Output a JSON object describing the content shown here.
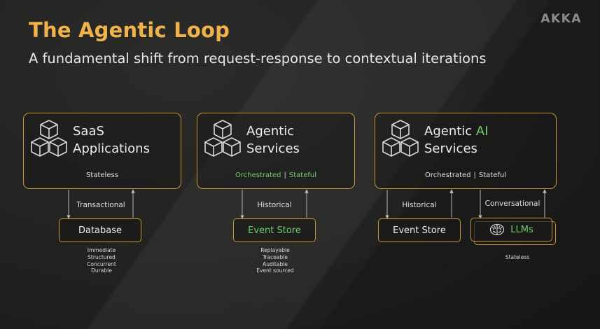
{
  "header": {
    "title": "The Agentic Loop",
    "subtitle": "A fundamental shift from request-response to contextual iterations",
    "brand": "AKKA"
  },
  "colors": {
    "accent_orange": "#f2b24a",
    "border_gold": "#c8953e",
    "accent_green": "#6fcf6a"
  },
  "columns": [
    {
      "card": {
        "icon": "cubes-icon",
        "title_line1": "SaaS",
        "title_line2": "Applications",
        "tag": "Stateless"
      },
      "connector_label": "Transactional",
      "store": {
        "label": "Database"
      },
      "notes": [
        "Immediate",
        "Structured",
        "Concurrent",
        "Durable"
      ]
    },
    {
      "card": {
        "icon": "cubes-icon",
        "title_line1": "Agentic",
        "title_line2": "Services",
        "tag_left": "Orchestrated",
        "tag_sep": "|",
        "tag_right": "Stateful"
      },
      "connector_label": "Historical",
      "store": {
        "label": "Event Store"
      },
      "notes": [
        "Replayable",
        "Traceable",
        "Auditable",
        "Event sourced"
      ]
    },
    {
      "card": {
        "icon": "cubes-icon",
        "title_line1_a": "Agentic ",
        "title_line1_b": "AI",
        "title_line2": "Services",
        "tag_left": "Orchestrated",
        "tag_sep": "|",
        "tag_right": "Stateful"
      },
      "connector_left_label": "Historical",
      "connector_right_label": "Conversational",
      "store_left": {
        "label": "Event Store"
      },
      "store_right": {
        "label": "LLMs",
        "icon": "brain-icon"
      },
      "notes_right": [
        "Stateless"
      ]
    }
  ]
}
